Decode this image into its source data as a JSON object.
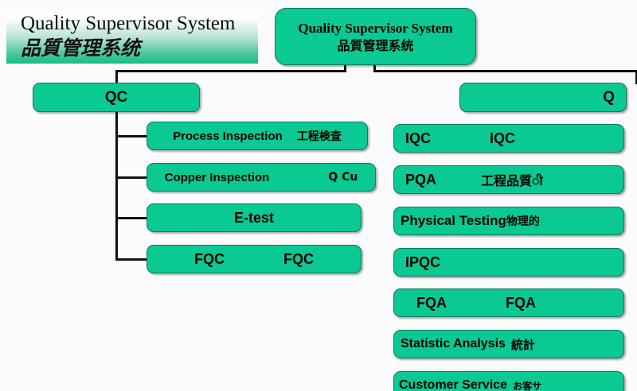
{
  "banner": {
    "title_en": "Quality Supervisor System",
    "title_cn": "品質管理系统"
  },
  "colors": {
    "node_fill": "#0ac992",
    "node_border": "#0f7a5c",
    "line": "#111111",
    "banner_gradient_end": "#15bf8c",
    "text": "#000000"
  },
  "chart": {
    "root": {
      "label_en": "Quality Supervisor System",
      "label_cn": "品質管理系统"
    },
    "branches": [
      {
        "name": "qc-branch",
        "head": {
          "label_en": "QC"
        },
        "children": [
          {
            "label_en": "Process Inspection",
            "label_cn": "工程検査"
          },
          {
            "label_en": "Copper Inspection",
            "label_cn": "Q Cu"
          },
          {
            "label_en": "E-test",
            "label_cn": ""
          },
          {
            "label_en": "FQC",
            "label_cn": "FQC"
          }
        ]
      },
      {
        "name": "qa-branch",
        "head": {
          "label_en": "Q"
        },
        "children": [
          {
            "label_en": "IQC",
            "label_cn": "IQC"
          },
          {
            "label_en": "PQA",
            "label_cn": "工程品質ी"
          },
          {
            "label_en": "Physical Testing",
            "label_cn": "物理的"
          },
          {
            "label_en": "IPQC",
            "label_cn": ""
          },
          {
            "label_en": "FQA",
            "label_cn": "FQA"
          },
          {
            "label_en": "Statistic Analysis",
            "label_cn": "統計"
          },
          {
            "label_en": "Customer Service",
            "label_cn": "お客サ"
          }
        ]
      }
    ]
  }
}
